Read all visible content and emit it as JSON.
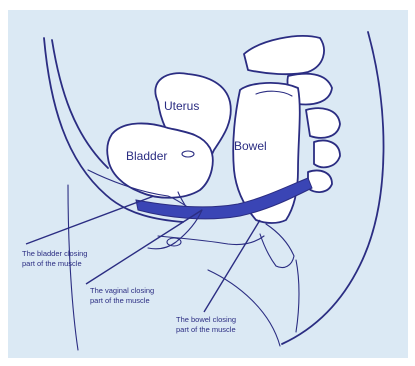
{
  "organs": {
    "uterus": "Uterus",
    "bladder": "Bladder",
    "bowel": "Bowel"
  },
  "callouts": {
    "bladder_line1": "The bladder closing",
    "bladder_line2": "part of the muscle",
    "vaginal_line1": "The vaginal closing",
    "vaginal_line2": "part of the muscle",
    "bowel_line1": "The bowel closing",
    "bowel_line2": "part of the muscle"
  },
  "colors": {
    "background": "#dbe9f4",
    "ink": "#2b2d82",
    "muscle": "#3a45b5"
  }
}
